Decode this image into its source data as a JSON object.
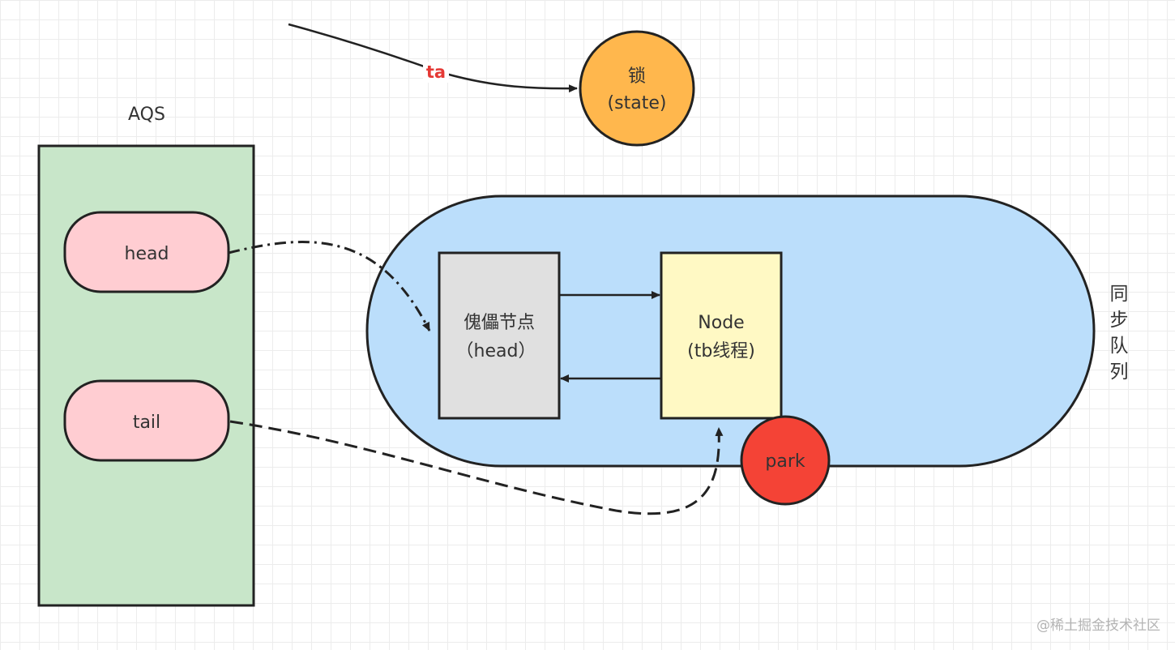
{
  "diagram": {
    "aqs_title": "AQS",
    "head_field": "head",
    "tail_field": "tail",
    "lock": {
      "line1": "锁",
      "line2": "(state)"
    },
    "thread_label": "ta",
    "dummy_node": {
      "line1": "傀儡节点",
      "line2": "（head）"
    },
    "node": {
      "line1": "Node",
      "line2": "(tb线程)"
    },
    "park_label": "park",
    "queue_label": [
      "同",
      "步",
      "队",
      "列"
    ]
  },
  "colors": {
    "aqs_box": "#c8e6c9",
    "field_pill": "#ffcdd2",
    "lock_circle": "#ffb74d",
    "queue_capsule": "#bbdefb",
    "dummy_node": "#e0e0e0",
    "node": "#fff9c4",
    "park_circle": "#f44336",
    "thread_label": "#e53935",
    "stroke": "#222222"
  },
  "watermark": "@稀土掘金技术社区"
}
